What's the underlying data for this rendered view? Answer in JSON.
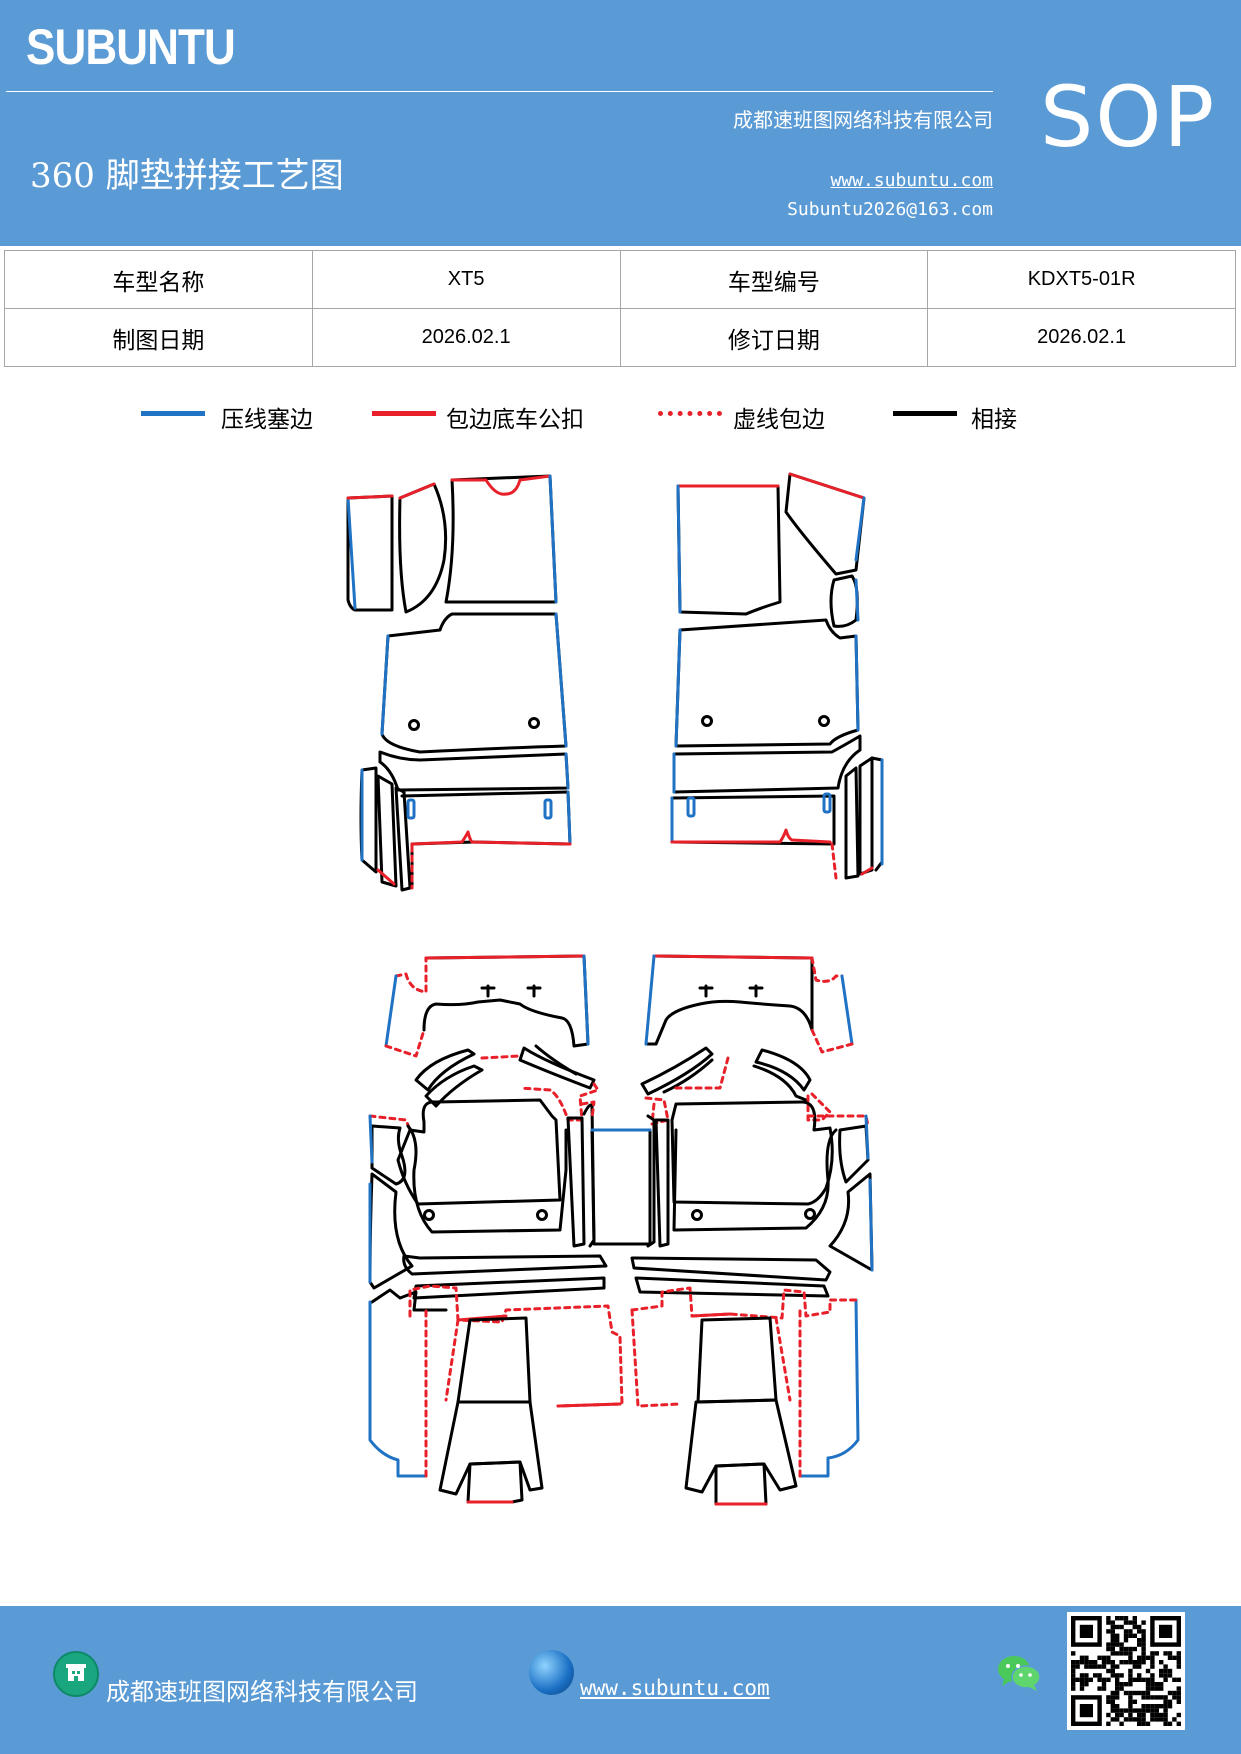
{
  "header": {
    "brand": "SUBUNTU",
    "company": "成都速班图网络科技有限公司",
    "title": "360 脚垫拼接工艺图",
    "website": "www.subuntu.com",
    "email": "Subuntu2026@163.com",
    "badge": "SOP"
  },
  "info_table": {
    "rows": [
      [
        {
          "text": "车型名称",
          "kind": "label"
        },
        {
          "text": "XT5",
          "kind": "value"
        },
        {
          "text": "车型编号",
          "kind": "label"
        },
        {
          "text": "KDXT5-01R",
          "kind": "value"
        }
      ],
      [
        {
          "text": "制图日期",
          "kind": "label"
        },
        {
          "text": "2026.02.1",
          "kind": "value"
        },
        {
          "text": "修订日期",
          "kind": "label"
        },
        {
          "text": "2026.02.1",
          "kind": "value"
        }
      ]
    ]
  },
  "legend": {
    "items": [
      {
        "label": "压线塞边",
        "color": "#1f72c4",
        "style": "solid"
      },
      {
        "label": "包边底车公扣",
        "color": "#e8202a",
        "style": "solid"
      },
      {
        "label": "虚线包边",
        "color": "#e8202a",
        "style": "dotted"
      },
      {
        "label": "相接",
        "color": "#000000",
        "style": "solid"
      }
    ]
  },
  "colors": {
    "header_bg": "#5b9bd5",
    "press_line": "#1f72c4",
    "edge_wrap": "#e8202a",
    "joint": "#000000"
  },
  "footer": {
    "company": "成都速班图网络科技有限公司",
    "website": "www.subuntu.com",
    "icons": [
      "company-icon",
      "globe-icon",
      "wechat-icon",
      "qr-code"
    ]
  }
}
